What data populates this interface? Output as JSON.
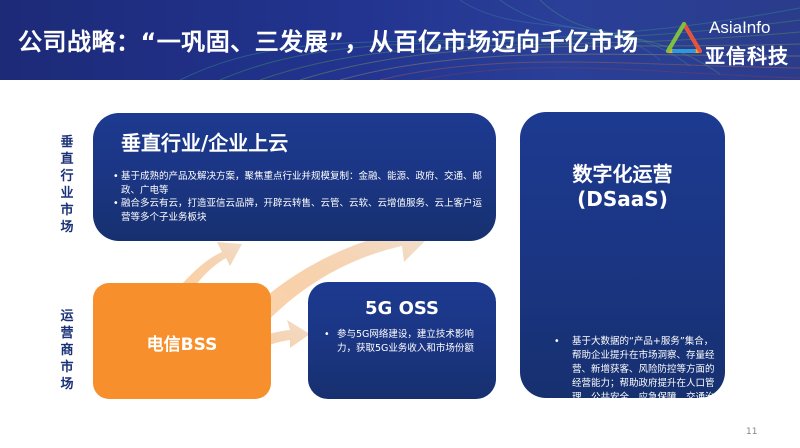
{
  "header": {
    "title": "公司战略：“一巩固、三发展”，从百亿市场迈向千亿市场",
    "logo_en": "AsiaInfo",
    "logo_cn": "亚信科技"
  },
  "side_labels": {
    "top": "垂直行业市场",
    "bottom": "运营商市场"
  },
  "vertical_box": {
    "title": "垂直行业/企业上云",
    "bullets": [
      "基于成熟的产品及解决方案，聚焦重点行业并规模复制：金融、能源、政府、交通、邮政、广电等",
      "融合多云有云，打造亚信云品牌，开辟云转售、云管、云软、云增值服务、云上客户运营等多个子业务板块"
    ]
  },
  "bss_box": {
    "label": "电信BSS"
  },
  "oss_box": {
    "title": "5G OSS",
    "bullets": [
      "参与5G网络建设，建立技术影响力，获取5G业务收入和市场份额"
    ]
  },
  "dsaas_box": {
    "title_line1": "数字化运营",
    "title_line2": "(DSaaS)",
    "bullets": [
      "基于大数据的“产品+服务”集合，帮助企业提升在市场洞察、存量经营、新增获客、风险防控等方面的经营能力；帮助政府提升在人口管理、公共安全、应急保障、交通治理等方面的管理和服务能力"
    ]
  },
  "page_number": "11",
  "colors": {
    "header_bg": "#223490",
    "box_blue": "#1b3582",
    "bss_orange": "#f7902c",
    "label_blue": "#1b3277",
    "arrow": "#f2dccb"
  },
  "icons": {
    "logo": "asiainfo-triangle-logo-icon"
  }
}
